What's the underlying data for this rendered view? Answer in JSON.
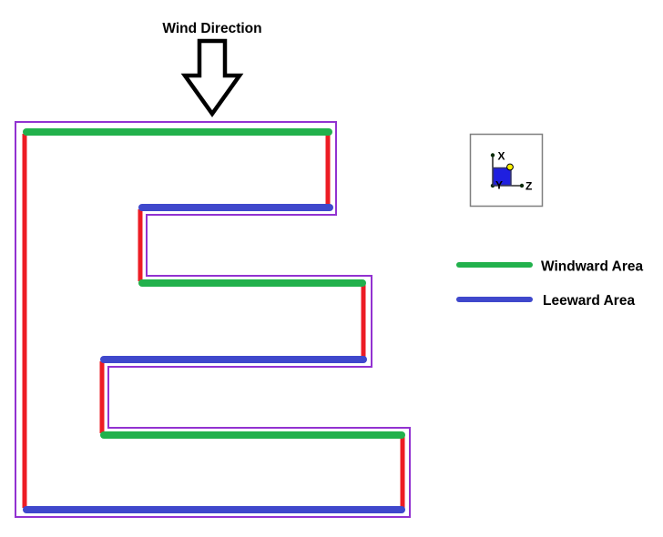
{
  "title": "Wind Direction",
  "legend": {
    "windward": {
      "label": "Windward Area",
      "color": "#22B14C"
    },
    "leeward": {
      "label": "Leeward Area",
      "color": "#3F48CC"
    }
  },
  "axis_indicator": {
    "x_label": "X",
    "y_label": "Y",
    "z_label": "Z",
    "marker_color": "#1F1FE0",
    "handle_color": "#FFF200",
    "frame_color": "#7f7f7f"
  },
  "colors": {
    "windward_edge": "#22B14C",
    "leeward_edge": "#3F48CC",
    "side_wall_edge": "#ED1C24",
    "outline": "#9232D1",
    "arrow_outline": "#000000"
  }
}
